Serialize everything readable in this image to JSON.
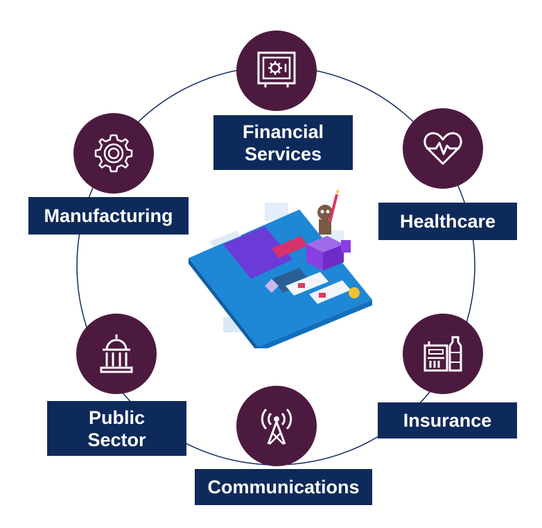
{
  "diagram": {
    "colors": {
      "node_fill": "#4d1a3f",
      "label_fill": "#0e2a5a",
      "label_text": "#ffffff",
      "ring": "#0e2a5a"
    },
    "segments": [
      {
        "id": "financial-services",
        "icon": "vault-icon",
        "label_lines": [
          "Financial",
          "Services"
        ]
      },
      {
        "id": "healthcare",
        "icon": "heart-pulse-icon",
        "label_lines": [
          "Healthcare"
        ]
      },
      {
        "id": "insurance",
        "icon": "building-bottle-icon",
        "label_lines": [
          "Insurance"
        ]
      },
      {
        "id": "communications",
        "icon": "radio-tower-icon",
        "label_lines": [
          "Communications"
        ]
      },
      {
        "id": "public-sector",
        "icon": "capitol-building-icon",
        "label_lines": [
          "Public",
          "Sector"
        ]
      },
      {
        "id": "manufacturing",
        "icon": "gear-icon",
        "label_lines": [
          "Manufacturing"
        ]
      }
    ],
    "center_image": "phone-app-illustration-icon"
  }
}
